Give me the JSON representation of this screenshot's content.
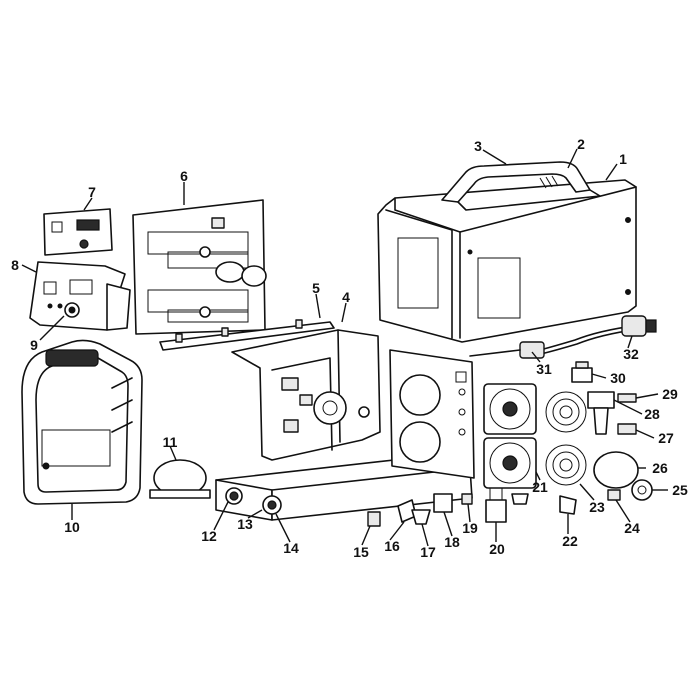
{
  "callouts": [
    {
      "id": "callout-1",
      "label": "1"
    },
    {
      "id": "callout-2",
      "label": "2"
    },
    {
      "id": "callout-3",
      "label": "3"
    },
    {
      "id": "callout-4",
      "label": "4"
    },
    {
      "id": "callout-5",
      "label": "5"
    },
    {
      "id": "callout-6",
      "label": "6"
    },
    {
      "id": "callout-7",
      "label": "7"
    },
    {
      "id": "callout-8",
      "label": "8"
    },
    {
      "id": "callout-9",
      "label": "9"
    },
    {
      "id": "callout-10",
      "label": "10"
    },
    {
      "id": "callout-11",
      "label": "11"
    },
    {
      "id": "callout-12",
      "label": "12"
    },
    {
      "id": "callout-13",
      "label": "13"
    },
    {
      "id": "callout-14",
      "label": "14"
    },
    {
      "id": "callout-15",
      "label": "15"
    },
    {
      "id": "callout-16",
      "label": "16"
    },
    {
      "id": "callout-17",
      "label": "17"
    },
    {
      "id": "callout-18",
      "label": "18"
    },
    {
      "id": "callout-19",
      "label": "19"
    },
    {
      "id": "callout-20",
      "label": "20"
    },
    {
      "id": "callout-21",
      "label": "21"
    },
    {
      "id": "callout-22",
      "label": "22"
    },
    {
      "id": "callout-23",
      "label": "23"
    },
    {
      "id": "callout-24",
      "label": "24"
    },
    {
      "id": "callout-25",
      "label": "25"
    },
    {
      "id": "callout-26",
      "label": "26"
    },
    {
      "id": "callout-27",
      "label": "27"
    },
    {
      "id": "callout-28",
      "label": "28"
    },
    {
      "id": "callout-29",
      "label": "29"
    },
    {
      "id": "callout-30",
      "label": "30"
    },
    {
      "id": "callout-31",
      "label": "31"
    },
    {
      "id": "callout-32",
      "label": "32"
    }
  ],
  "colors": {
    "ink": "#111111",
    "background": "#ffffff"
  }
}
